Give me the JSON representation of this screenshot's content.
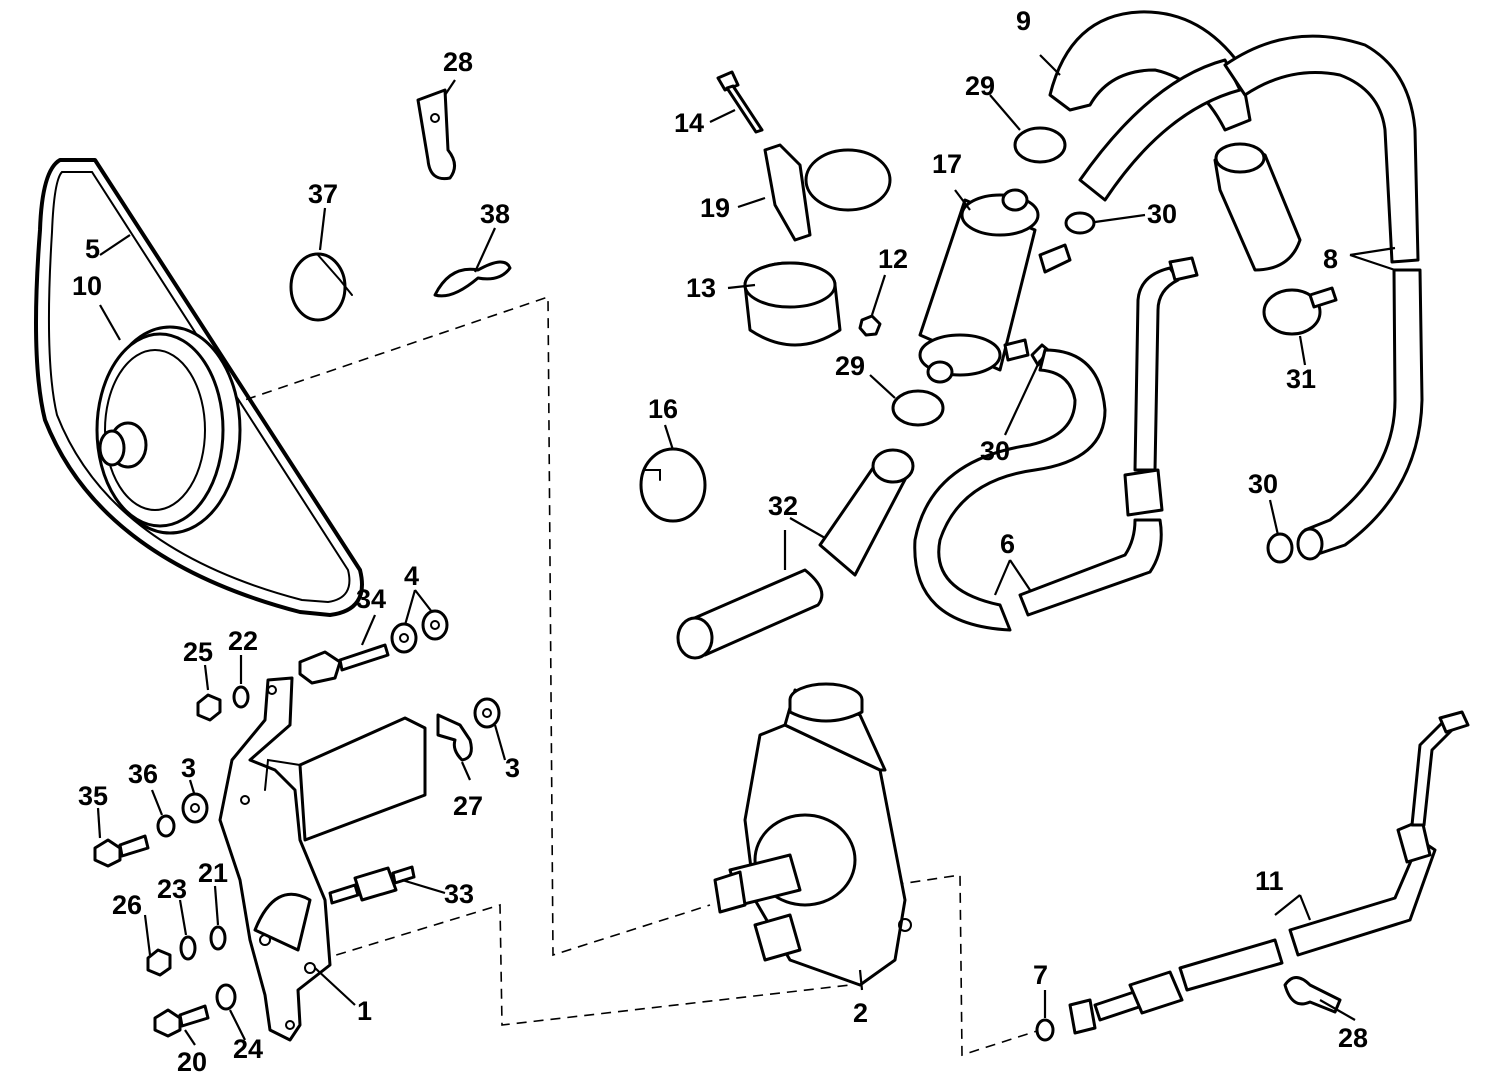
{
  "colors": {
    "ink": "#000000",
    "paper": "#ffffff"
  },
  "callouts": {
    "c1": "1",
    "c2": "2",
    "c3a": "3",
    "c3b": "3",
    "c4": "4",
    "c5": "5",
    "c6": "6",
    "c7": "7",
    "c8": "8",
    "c9": "9",
    "c10": "10",
    "c11": "11",
    "c12": "12",
    "c13": "13",
    "c14": "14",
    "c16": "16",
    "c17": "17",
    "c19": "19",
    "c20": "20",
    "c21": "21",
    "c22": "22",
    "c23": "23",
    "c24": "24",
    "c25": "25",
    "c26": "26",
    "c27": "27",
    "c28a": "28",
    "c28b": "28",
    "c29a": "29",
    "c29b": "29",
    "c30a": "30",
    "c30b": "30",
    "c30c": "30",
    "c31": "31",
    "c32": "32",
    "c33": "33",
    "c34": "34",
    "c35": "35",
    "c36": "36",
    "c37": "37",
    "c38": "38"
  }
}
